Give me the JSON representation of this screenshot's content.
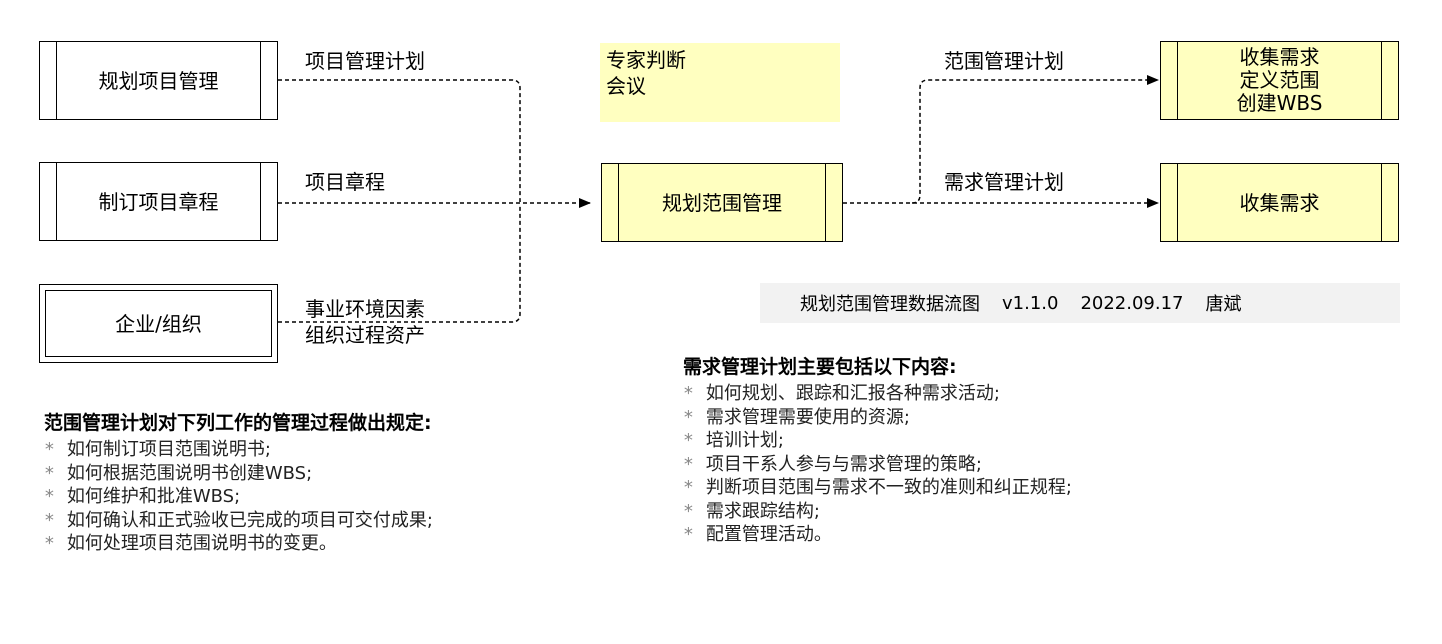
{
  "boxes": {
    "plan_project_mgmt": "规划项目管理",
    "develop_charter": "制订项目章程",
    "enterprise_org": "企业/组织",
    "plan_scope_mgmt": "规划范围管理",
    "target_top_lines": [
      "收集需求",
      "定义范围",
      "创建WBS"
    ],
    "collect_requirements": "收集需求"
  },
  "edges": {
    "project_mgmt_plan": "项目管理计划",
    "project_charter": "项目章程",
    "eef": "事业环境因素",
    "opa": "组织过程资产",
    "scope_mgmt_plan": "范围管理计划",
    "req_mgmt_plan": "需求管理计划"
  },
  "tools_note": {
    "line1": "专家判断",
    "line2": "会议"
  },
  "caption": {
    "title": "规划范围管理数据流图",
    "version": "v1.1.0",
    "date": "2022.09.17",
    "author": "唐斌"
  },
  "scope_plan_list": {
    "title": "范围管理计划对下列工作的管理过程做出规定:",
    "bullet": "*",
    "items": [
      "如何制订项目范围说明书;",
      "如何根据范围说明书创建WBS;",
      "如何维护和批准WBS;",
      "如何确认和正式验收已完成的项目可交付成果;",
      "如何处理项目范围说明书的变更。"
    ]
  },
  "req_plan_list": {
    "title": "需求管理计划主要包括以下内容:",
    "bullet": "*",
    "items": [
      "如何规划、跟踪和汇报各种需求活动;",
      "需求管理需要使用的资源;",
      "培训计划;",
      "项目干系人参与与需求管理的策略;",
      "判断项目范围与需求不一致的准则和纠正规程;",
      "需求跟踪结构;",
      "配置管理活动。"
    ]
  }
}
